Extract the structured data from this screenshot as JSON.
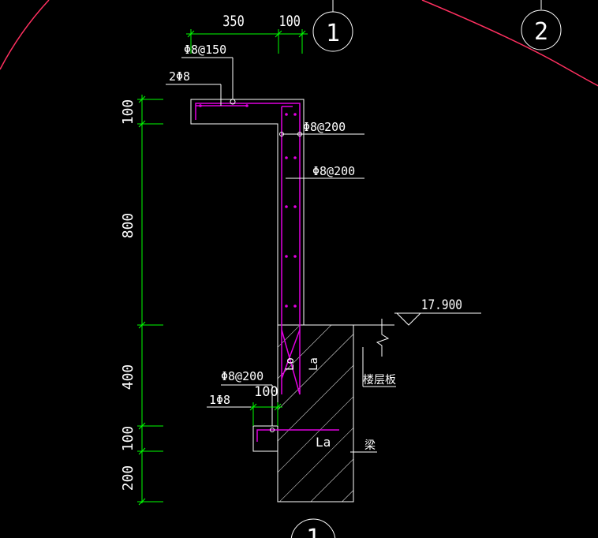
{
  "colors": {
    "background": "#000000",
    "dimension": "#00ff00",
    "outline": "#ffffff",
    "rebar": "#e000e0",
    "curve": "#ff3060"
  },
  "axis_markers": [
    "1",
    "2"
  ],
  "section_marker": "1",
  "top_dims": [
    "350",
    "100"
  ],
  "vertical_dims": [
    "100",
    "800",
    "400",
    "100",
    "200"
  ],
  "rebar_labels": {
    "top_slab_bars": "Φ8@150",
    "top_longitudinal": "2Φ8",
    "wall_outer": "Φ8@200",
    "wall_inner": "Φ8@200",
    "lower_stirrup": "Φ8@200",
    "lower_bar": "1Φ8",
    "lower_width": "100"
  },
  "elevation": "17.900",
  "anchor_labels": [
    "Lo",
    "La",
    "La"
  ],
  "member_labels": {
    "floor_slab": "楼层板",
    "beam": "梁"
  }
}
